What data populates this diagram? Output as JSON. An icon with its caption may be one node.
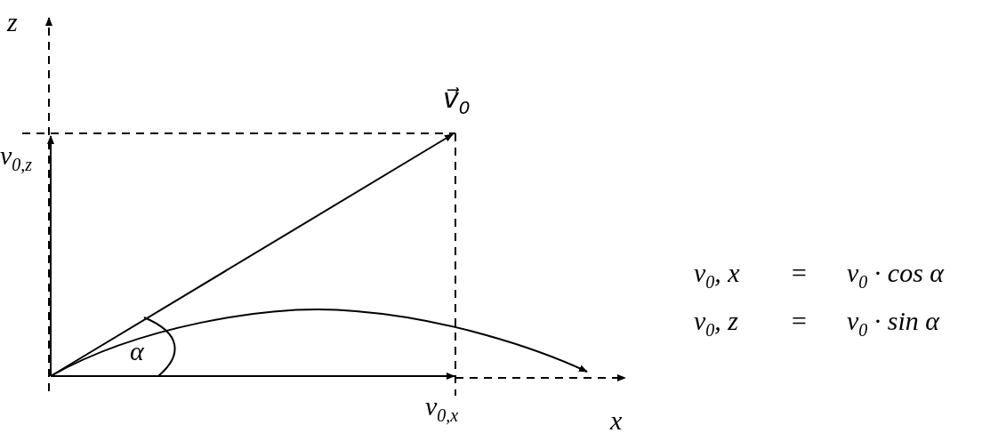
{
  "diagram": {
    "labels": [
      "z",
      "v$_{0,z}$",
      "v⃗$_{0}$",
      "α",
      "v$_{0,x}$",
      "x",
      "v$_{0}$, x",
      "=",
      "v$_{0}$ · cos α",
      "v$_{0}$, z",
      "=",
      "v$_{0}$ · sin α"
    ]
  }
}
